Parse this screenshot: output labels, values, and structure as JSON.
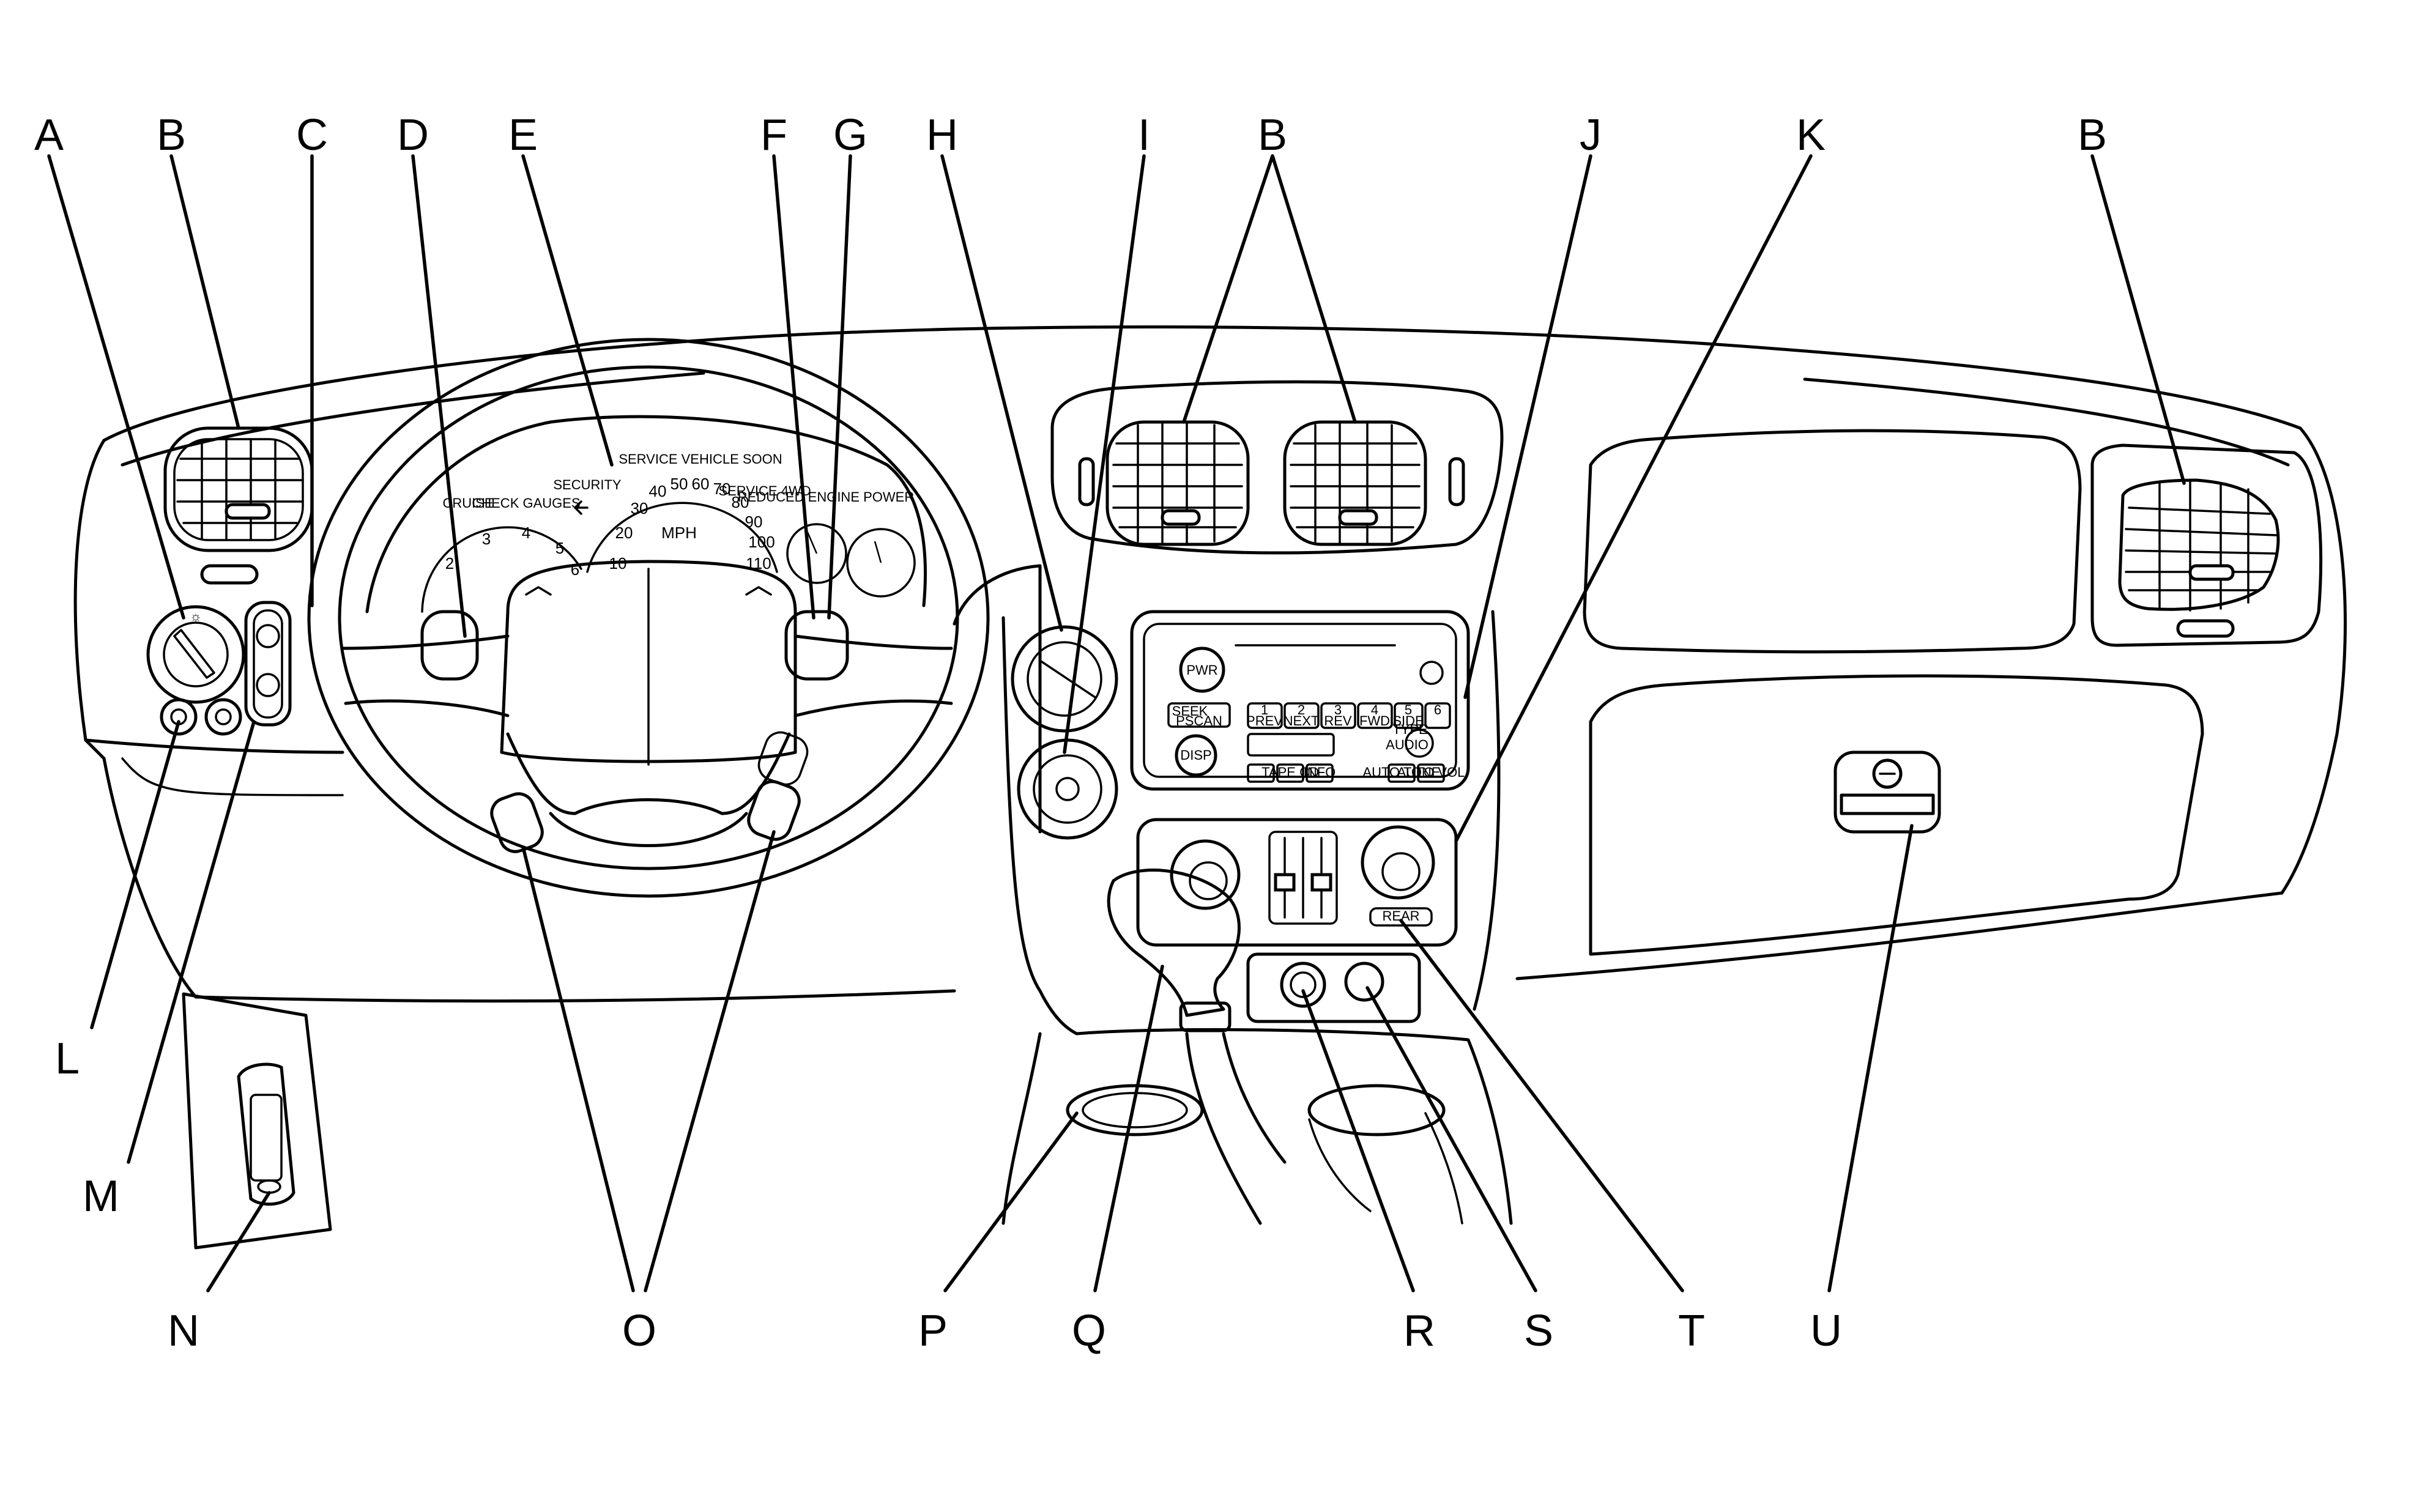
{
  "diagram": {
    "callouts": {
      "A": "A",
      "B": "B",
      "C": "C",
      "D": "D",
      "E": "E",
      "F": "F",
      "G": "G",
      "H": "H",
      "I": "I",
      "J": "J",
      "K": "K",
      "L": "L",
      "M": "M",
      "N": "N",
      "O": "O",
      "P": "P",
      "Q": "Q",
      "R": "R",
      "S": "S",
      "T": "T",
      "U": "U"
    },
    "cluster": {
      "speedo_unit": "MPH",
      "speedo_ticks": [
        "10",
        "20",
        "30",
        "40",
        "50",
        "60",
        "70",
        "80",
        "90",
        "100",
        "110"
      ],
      "tach_ticks": [
        "2",
        "3",
        "4",
        "5",
        "6"
      ],
      "tag_cruise": "CRUISE",
      "tag_check_gauges": "CHECK GAUGES",
      "tag_security": "SECURITY",
      "tag_service_vehicle": "SERVICE VEHICLE SOON",
      "tag_service_4wd": "SERVICE 4WD",
      "tag_reduced_power": "REDUCED ENGINE POWER"
    },
    "radio": {
      "pwr": "PWR",
      "preset_1": "1",
      "preset_2": "2",
      "preset_3": "3",
      "preset_4": "4",
      "preset_5": "5",
      "preset_6": "6",
      "prev": "PREV",
      "next": "NEXT",
      "rev": "REV",
      "fwd": "FWD",
      "side": "SIDE",
      "seek": "SEEK",
      "pscan": "PSCAN",
      "type": "TYPE",
      "audio": "AUDIO",
      "disp": "DISP",
      "info": "INFO",
      "tape_cd": "TAPE CD",
      "auto_tone": "AUTO TONE",
      "auto_vol": "AUTO VOL"
    },
    "hvac": {
      "rear": "REAR"
    }
  }
}
